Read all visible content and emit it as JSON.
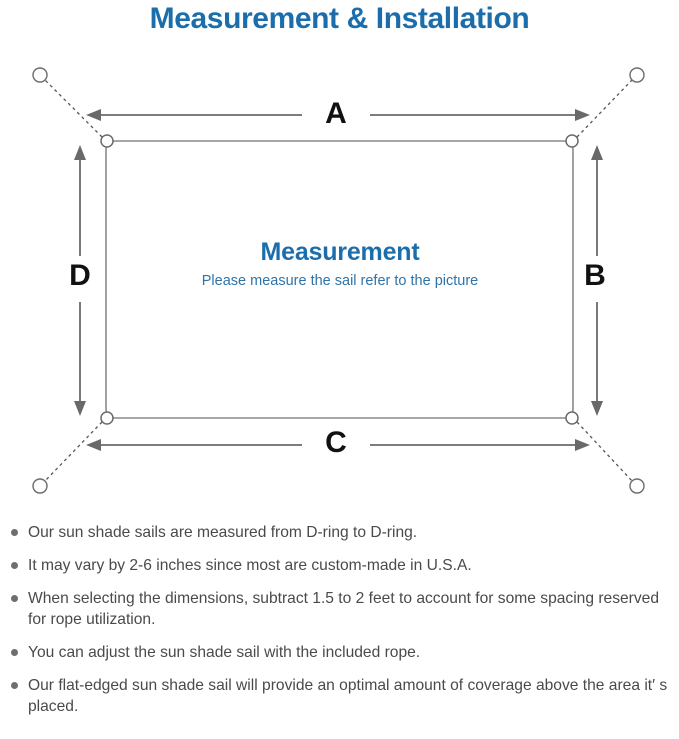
{
  "page": {
    "title": "Measurement & Installation",
    "title_color": "#1b6eab",
    "background_color": "#ffffff"
  },
  "diagram": {
    "name": "sun-shade-sail-measurement-diagram",
    "center": {
      "heading": "Measurement",
      "heading_color": "#1b6eab",
      "subheading": "Please measure the sail refer to the picture",
      "subheading_color": "#2f74a8"
    },
    "dimension_labels": {
      "top": "A",
      "right": "B",
      "bottom": "C",
      "left": "D"
    },
    "label_color": "#111111",
    "line_color": "#666666",
    "sail_outline_color": "#888888",
    "d_ring_count": 4
  },
  "notes": [
    {
      "text": "Our sun shade sails are measured from D-ring to D-ring."
    },
    {
      "text": "It may vary by 2-6 inches since most are custom-made in U.S.A."
    },
    {
      "text": "When selecting the dimensions, subtract 1.5 to 2 feet to account for some spacing reserved for rope utilization."
    },
    {
      "text": "You can adjust the sun shade sail with the included rope."
    },
    {
      "text": "Our flat-edged sun shade sail will provide an optimal amount of coverage above the area it′ s placed."
    }
  ],
  "notes_text_color": "#4a4a4a",
  "bullet_color": "#6e6e6e"
}
